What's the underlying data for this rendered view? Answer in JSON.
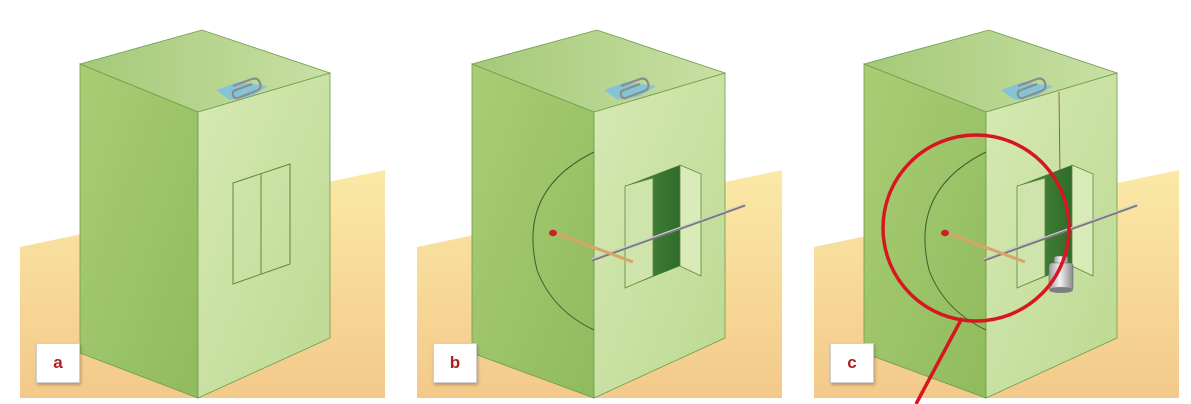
{
  "panels": [
    {
      "label": "a"
    },
    {
      "label": "b"
    },
    {
      "label": "c"
    }
  ],
  "colors": {
    "floor": "#f5d58c",
    "box_front": "#c9e1a4",
    "box_side": "#a9cc78",
    "box_top": "#b9d88e",
    "tape": "#7fc2dd",
    "highlight_circle": "#d7161f",
    "badge_text": "#b01d22"
  },
  "icons": [
    "paper-clip-icon",
    "tape-icon",
    "matchstick-icon",
    "needle-icon",
    "weight-icon"
  ]
}
